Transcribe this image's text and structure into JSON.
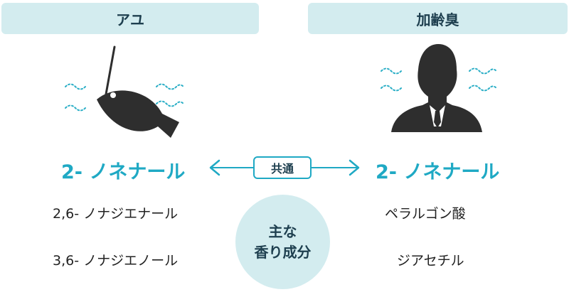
{
  "headers": {
    "left": "アユ",
    "right": "加齢臭"
  },
  "main_compound": {
    "left": "2- ノネナール",
    "right": "2- ノネナール"
  },
  "connector_label": "共通",
  "center_circle": {
    "line1": "主な",
    "line2": "香り成分"
  },
  "left_compounds": [
    "2,6- ノナジエナール",
    "3,6- ノナジエノール"
  ],
  "right_compounds": [
    "ペラルゴン酸",
    "ジアセチル"
  ],
  "icons": {
    "left": "fish-on-hook-icon",
    "right": "person-silhouette-icon",
    "odor": "odor-waves-icon"
  },
  "colors": {
    "accent": "#1fa9c4",
    "header_bg": "#d3ecef",
    "text_dark": "#1e3f4f",
    "icon": "#2e2e2e"
  }
}
